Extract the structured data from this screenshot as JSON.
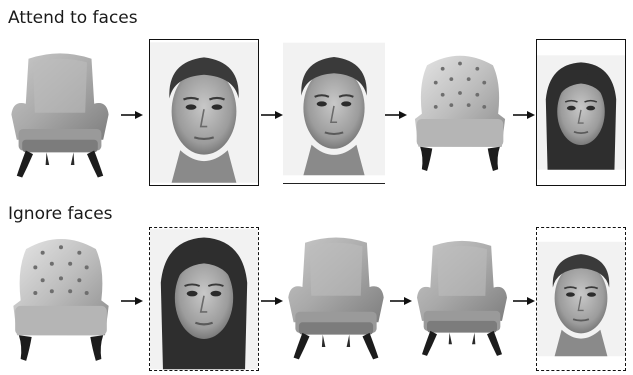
{
  "rows": [
    {
      "title": "Attend to faces",
      "items": [
        "wingback-chair",
        "male-face",
        "male-face",
        "tufted-chair",
        "female-face"
      ]
    },
    {
      "title": "Ignore faces",
      "items": [
        "tufted-chair",
        "female-face",
        "wingback-chair",
        "wingback-chair",
        "male-face"
      ]
    }
  ]
}
